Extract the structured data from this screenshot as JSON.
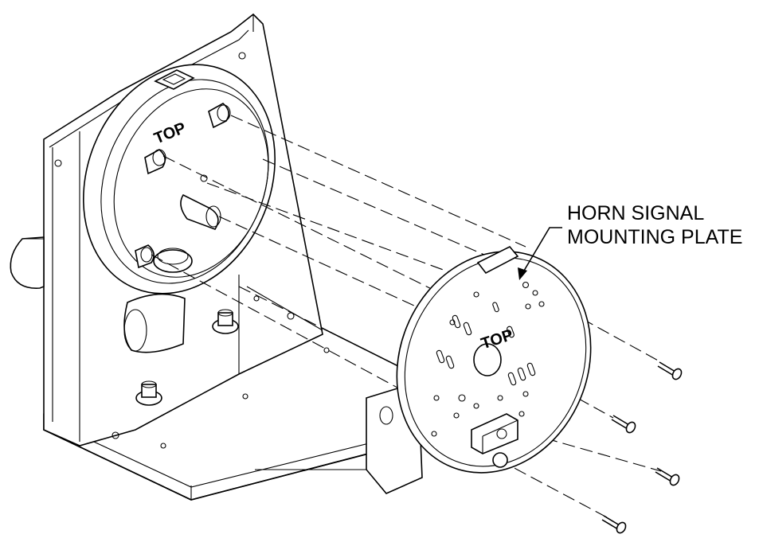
{
  "labels": {
    "callout_line1": "HORN SIGNAL",
    "callout_line2": "MOUNTING PLATE",
    "housing_top": "TOP",
    "plate_top": "TOP"
  }
}
